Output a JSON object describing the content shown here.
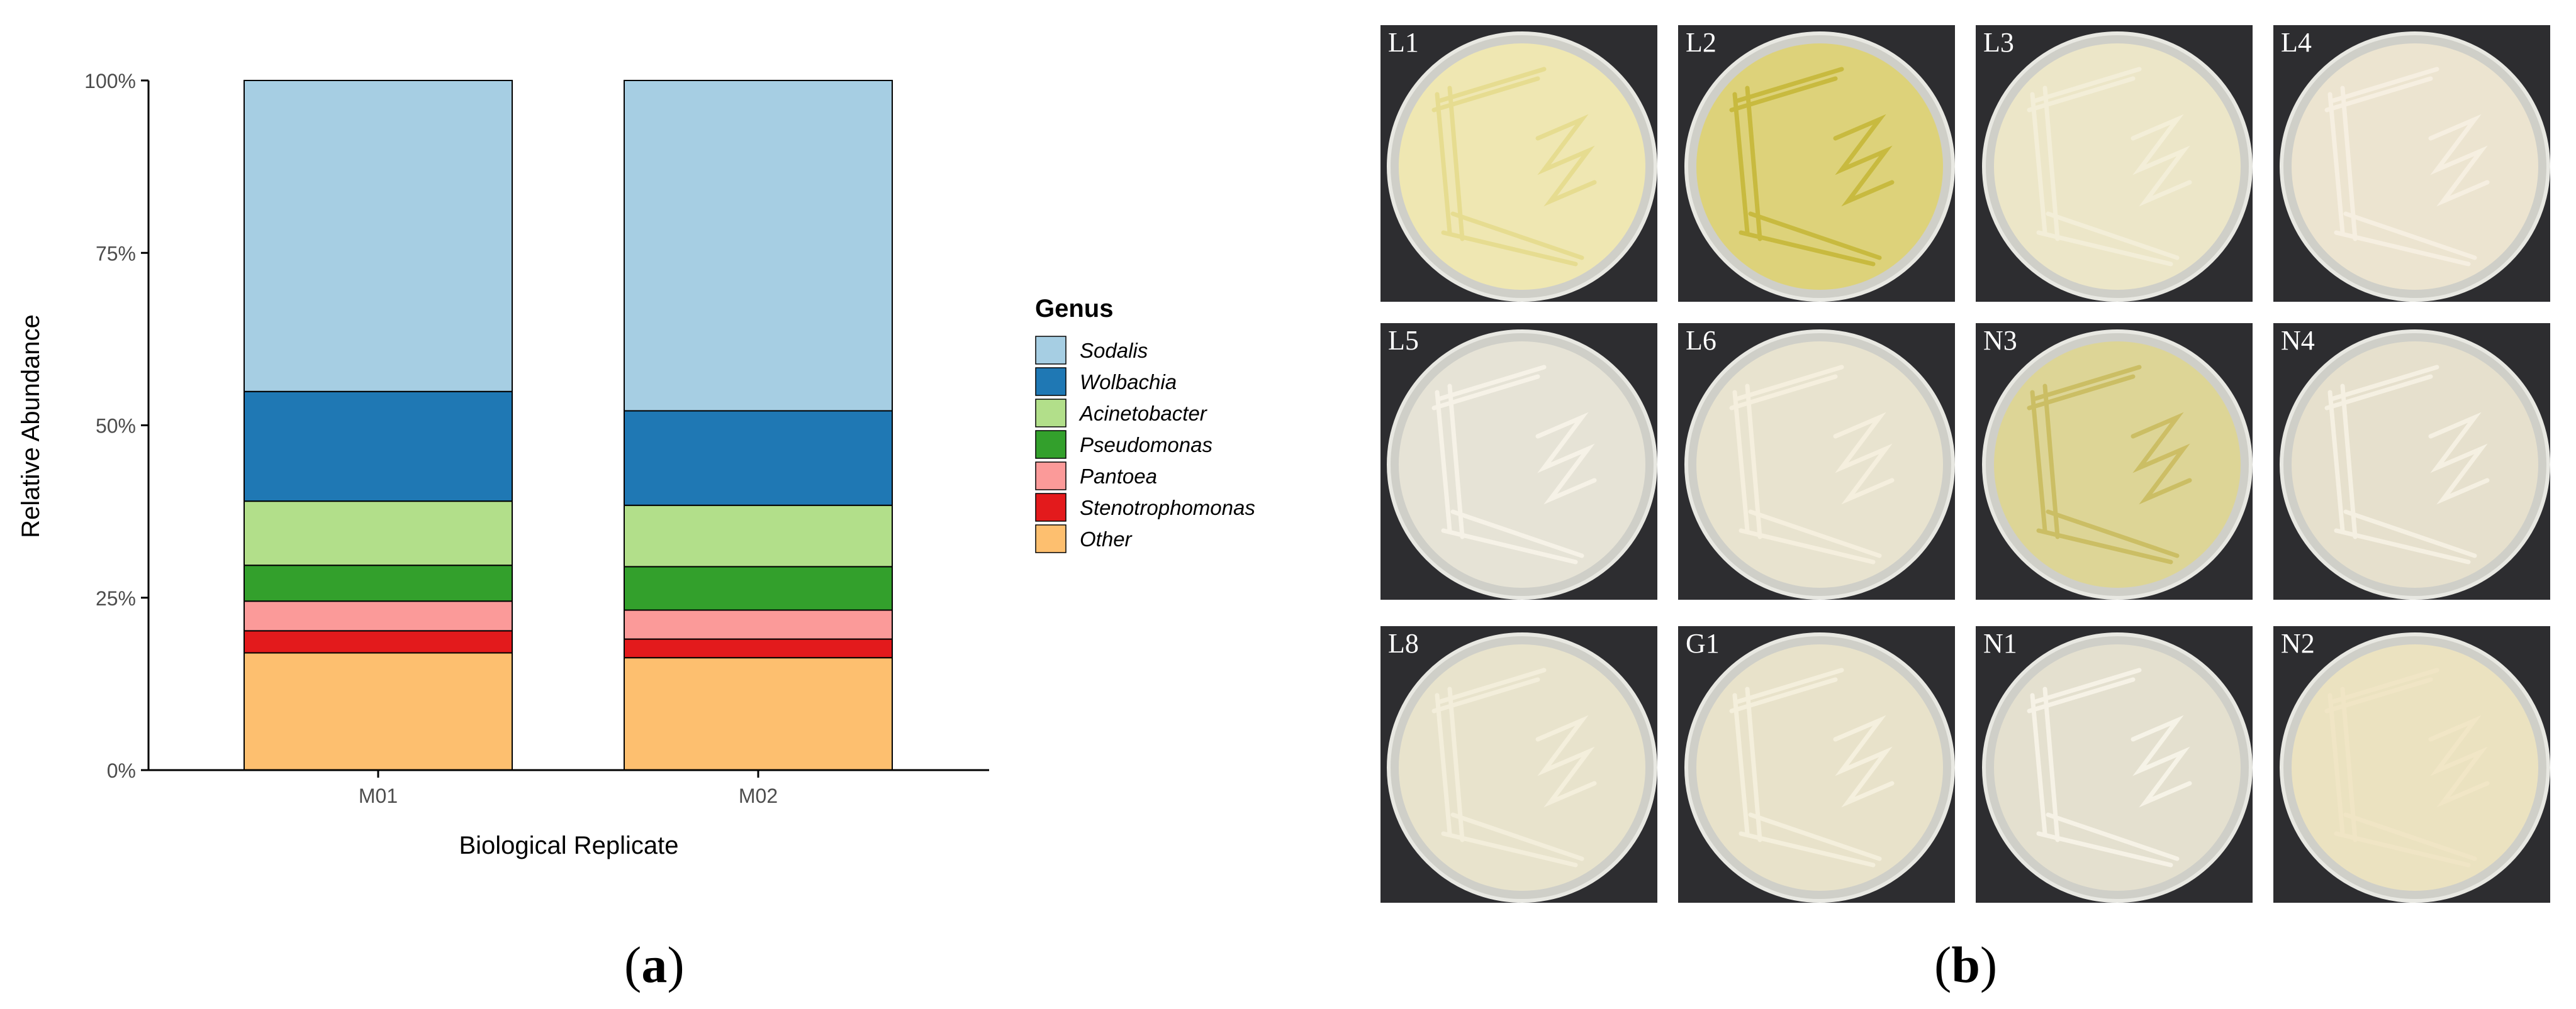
{
  "chart_data": {
    "type": "bar",
    "stacked": true,
    "title": "",
    "xlabel": "Biological Replicate",
    "ylabel": "Relative Abundance",
    "ylim": [
      0,
      100
    ],
    "yticks": [
      0,
      25,
      50,
      75,
      100
    ],
    "ytick_labels": [
      "0%",
      "25%",
      "50%",
      "75%",
      "100%"
    ],
    "categories": [
      "M01",
      "M02"
    ],
    "legend": {
      "title": "Genus",
      "placement": "right"
    },
    "series": [
      {
        "name": "Other",
        "color": "#FDBF6F",
        "values": [
          17,
          16.3
        ]
      },
      {
        "name": "Stenotrophomonas",
        "color": "#E31A1C",
        "values": [
          3.2,
          2.7
        ]
      },
      {
        "name": "Pantoea",
        "color": "#FB9A99",
        "values": [
          4.3,
          4.2
        ]
      },
      {
        "name": "Pseudomonas",
        "color": "#33A02C",
        "values": [
          5.2,
          6.3
        ]
      },
      {
        "name": "Acinetobacter",
        "color": "#B2DF8A",
        "values": [
          9.3,
          8.9
        ]
      },
      {
        "name": "Wolbachia",
        "color": "#1F78B4",
        "values": [
          15.9,
          13.7
        ]
      },
      {
        "name": "Sodalis",
        "color": "#A6CEE3",
        "values": [
          45.1,
          47.9
        ]
      }
    ],
    "legend_order": [
      "Sodalis",
      "Wolbachia",
      "Acinetobacter",
      "Pseudomonas",
      "Pantoea",
      "Stenotrophomonas",
      "Other"
    ]
  },
  "panels": {
    "a_label": "a",
    "b_label": "b"
  },
  "plates": [
    {
      "label": "L1",
      "tone": "#efe7b2",
      "streak": "#e6dc8f"
    },
    {
      "label": "L2",
      "tone": "#ddd27a",
      "streak": "#c7b93c"
    },
    {
      "label": "L3",
      "tone": "#ece6c8",
      "streak": "#f4efd9"
    },
    {
      "label": "L4",
      "tone": "#ece4d0",
      "streak": "#f7f0e2"
    },
    {
      "label": "L5",
      "tone": "#e6e3d6",
      "streak": "#f7f3e8"
    },
    {
      "label": "L6",
      "tone": "#e8e3cf",
      "streak": "#f6f0df"
    },
    {
      "label": "N3",
      "tone": "#ddd596",
      "streak": "#cbbd62"
    },
    {
      "label": "N4",
      "tone": "#e6e0cd",
      "streak": "#f6f1e4"
    },
    {
      "label": "L8",
      "tone": "#e8e3cc",
      "streak": "#f4efdc"
    },
    {
      "label": "G1",
      "tone": "#e8e2ca",
      "streak": "#f5f0de"
    },
    {
      "label": "N1",
      "tone": "#e4e0cf",
      "streak": "#f7f3e8"
    },
    {
      "label": "N2",
      "tone": "#ebe2c0",
      "streak": "#f1e6c6"
    }
  ]
}
